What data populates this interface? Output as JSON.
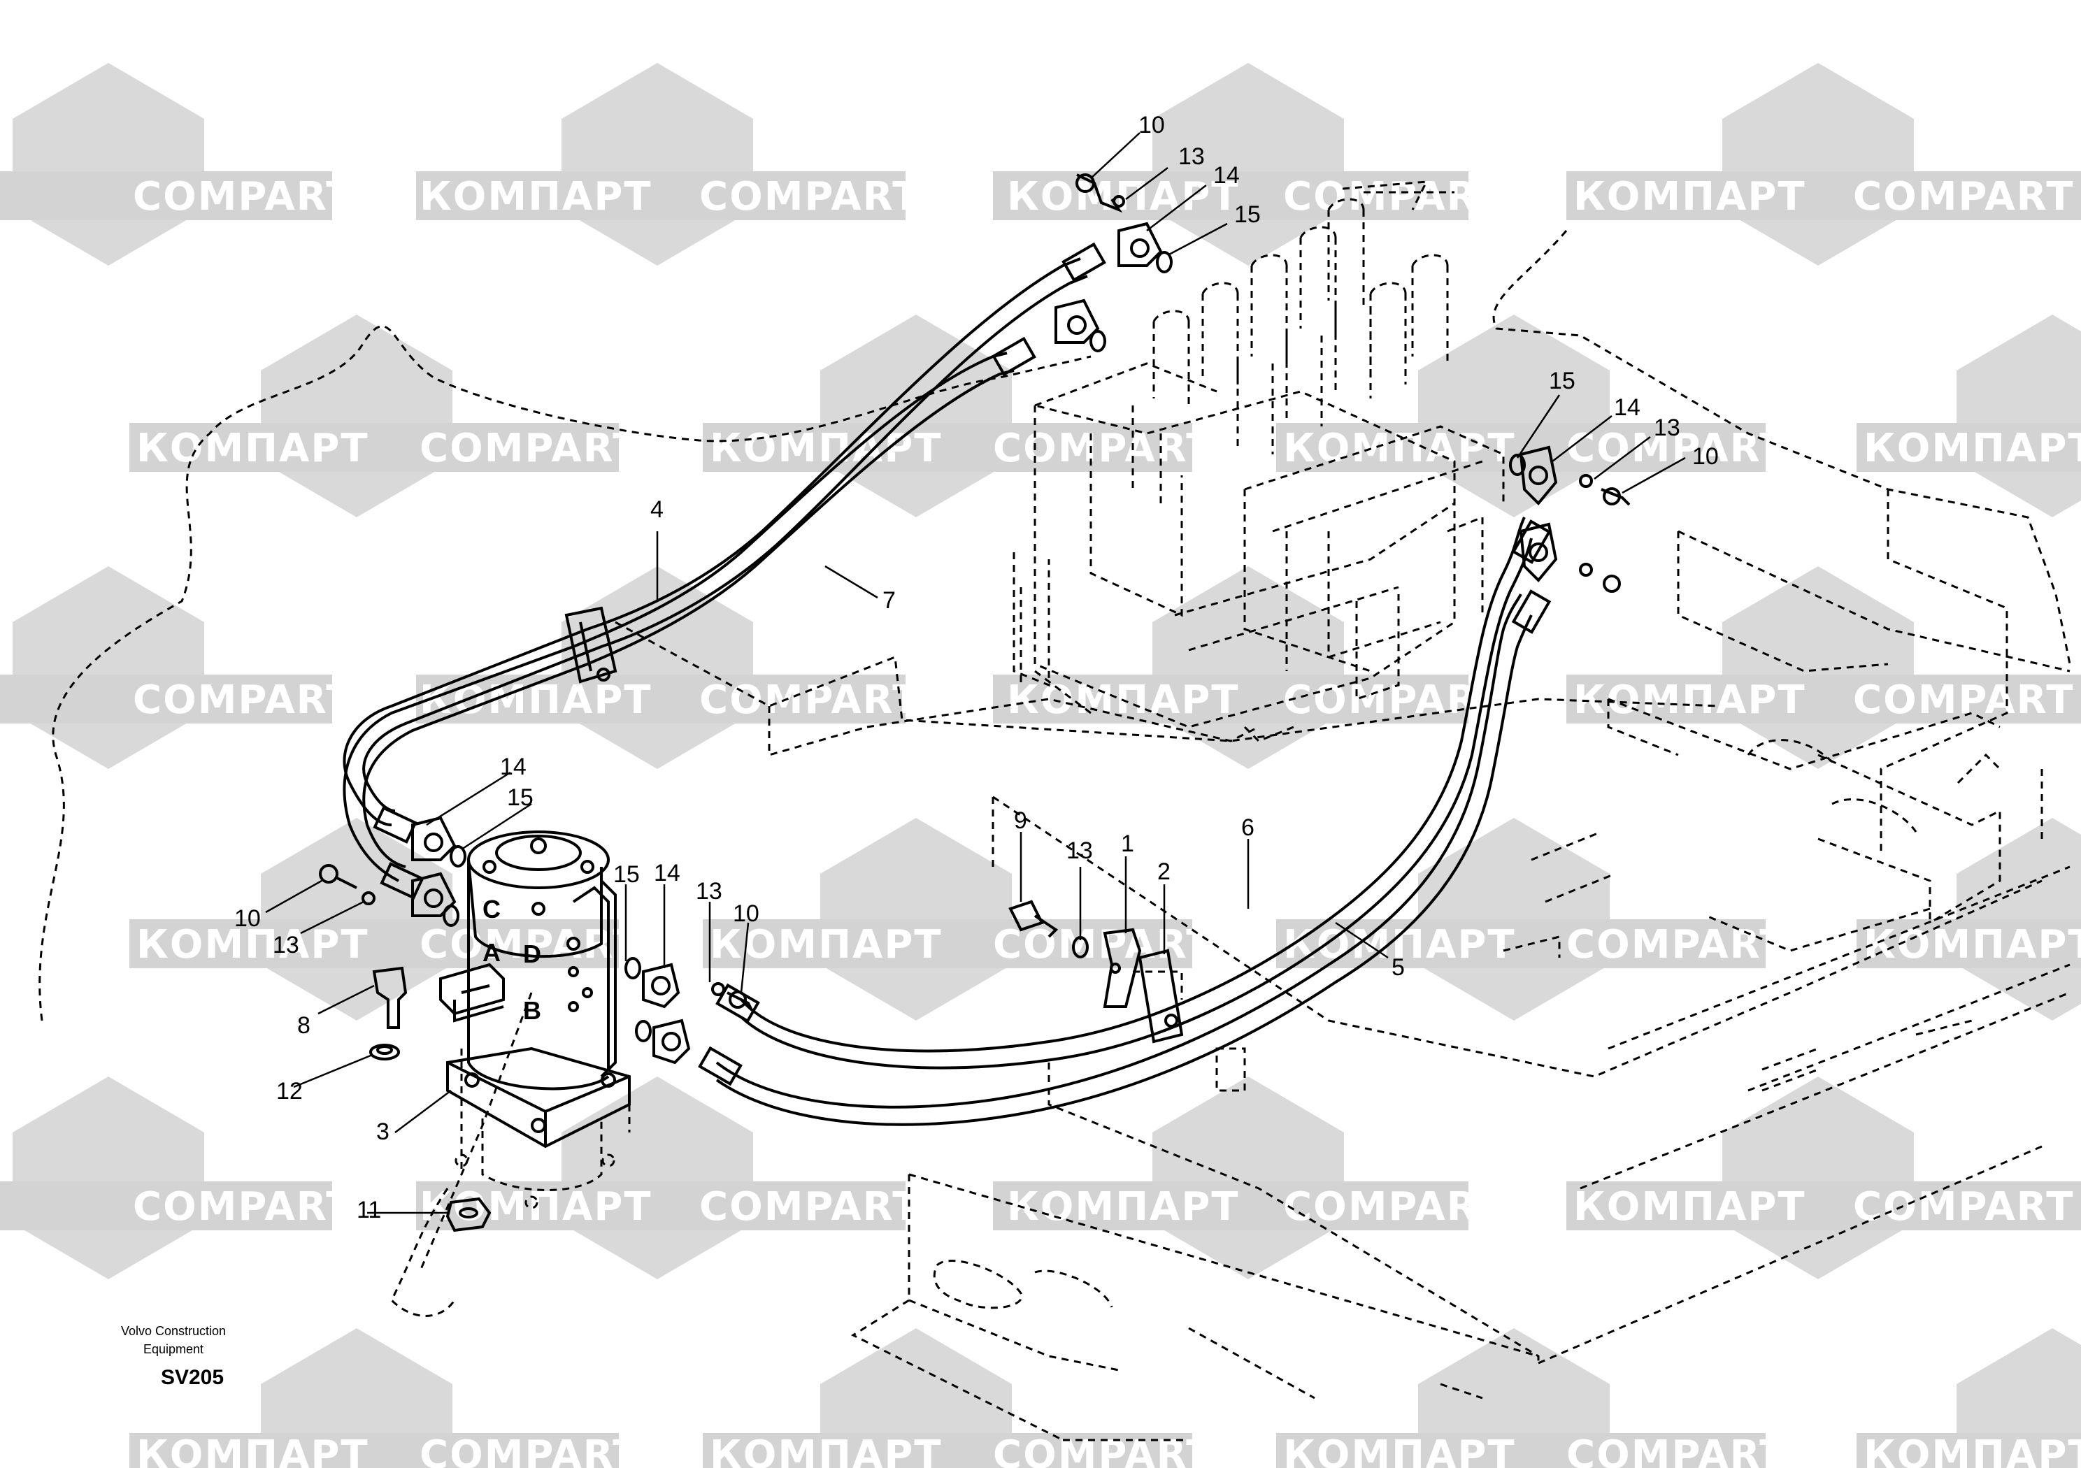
{
  "watermarks": [
    "КОМПАРТ",
    "COMPART"
  ],
  "ports": [
    "C",
    "A",
    "D",
    "B"
  ],
  "footer": {
    "maker_line1": "Volvo Construction",
    "maker_line2": "Equipment",
    "code": "SV205"
  },
  "callouts": {
    "c1": "1",
    "c2": "2",
    "c3": "3",
    "c4": "4",
    "c5": "5",
    "c6": "6",
    "c7": "7",
    "c8": "8",
    "c9": "9",
    "c10": "10",
    "c11": "11",
    "c12": "12",
    "c13": "13",
    "c14": "14",
    "c15": "15"
  }
}
